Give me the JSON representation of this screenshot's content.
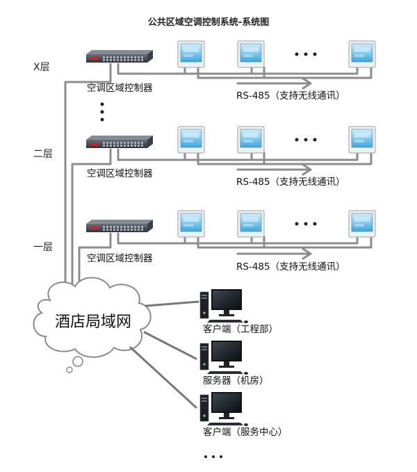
{
  "title": "公共区域空调控制系统-系统图",
  "floors": [
    {
      "label": "X层",
      "controller": "空调区域控制器",
      "bus": "RS-485（支持无线通讯）"
    },
    {
      "label": "二层",
      "controller": "空调区域控制器",
      "bus": "RS-485（支持无线通讯）"
    },
    {
      "label": "一层",
      "controller": "空调区域控制器",
      "bus": "RS-485（支持无线通讯）"
    }
  ],
  "network": "酒店局域网",
  "clients": [
    {
      "label": "客户端（工程部）"
    },
    {
      "label": "服务器（机房）"
    },
    {
      "label": "客户端（服务中心）"
    }
  ],
  "colors": {
    "wire": "#8c8c8c",
    "screen": "#4fb6e8",
    "switch": "#4a4f58"
  }
}
